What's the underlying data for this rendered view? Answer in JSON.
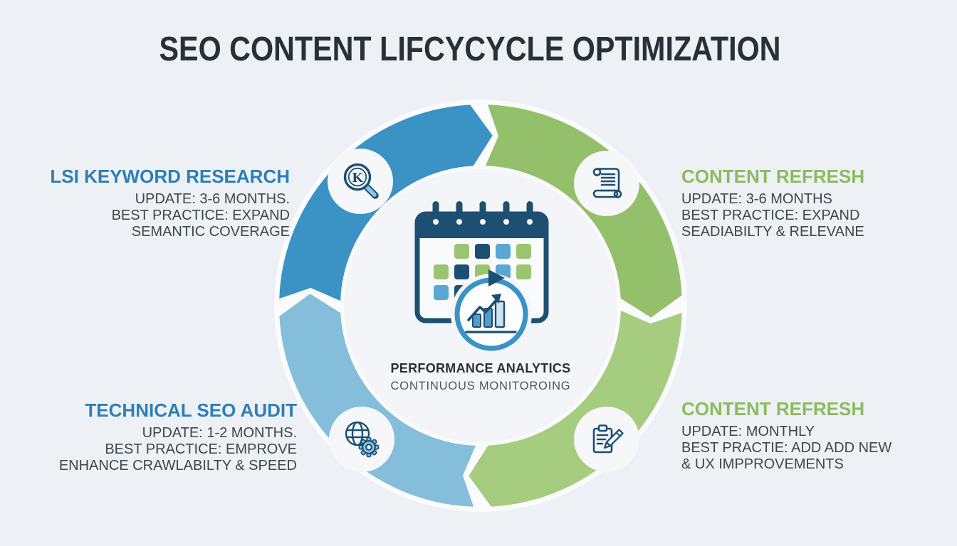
{
  "title": "SEO CONTENT LIFCYCYCLE OPTIMIZATION",
  "center": {
    "title": "PERFORMANCE ANALYTICS",
    "subtitle": "CONTINUOUS MONITOROING",
    "icon": "calendar-analytics-icon"
  },
  "quadrants": [
    {
      "position": "top-left",
      "icon": "keyword-magnifier-icon",
      "magnifier_letter": "K",
      "title": "LSI KEYWORD RESEARCH",
      "lines": [
        "UPDATE: 3-6 MONTHS.",
        "BEST PRACTICE: EXPAND",
        "SEMANTIC COVERAGE"
      ]
    },
    {
      "position": "top-right",
      "icon": "scroll-document-icon",
      "title": "CONTENT REFRESH",
      "lines": [
        "UPDATE: 3-6 MONTHS",
        "BEST PRACTICE: EXPAND",
        "SEADIABILTY & RELEVANE"
      ]
    },
    {
      "position": "bottom-left",
      "icon": "globe-gear-icon",
      "title": "TECHNICAL SEO AUDIT",
      "lines": [
        "UPDATE: 1-2 MONTHS.",
        "BEST PRACTICE: EMPROVE",
        "ENHANCE CRAWLABILTY & SPEED"
      ]
    },
    {
      "position": "bottom-right",
      "icon": "clipboard-pencil-icon",
      "title": "CONTENT REFRESH",
      "lines": [
        "UPDATE: MONTHLY",
        "BEST PRACTIE: ADD ADD NEW",
        "& UX IMPPROVEMENTS"
      ]
    }
  ],
  "colors": {
    "background": "#edf0f4",
    "ring-blue": "#3a92c5",
    "ring-light-blue": "#85bedb",
    "ring-green": "#95c06b",
    "ring-light-green": "#a6cc80",
    "ring-gap-white": "#fafbfd",
    "inner-fill": "#f3f5f8",
    "navy": "#1d4f72",
    "badge-white": "#f5f7f9",
    "heading-blue": "#2d7fb5",
    "heading-green": "#8cbb60",
    "title-dark": "#2a3038",
    "body-text": "#3f464e",
    "accent-light-blue": "#8ec6e2",
    "calendar-cell-green": "#9cc470",
    "calendar-cell-navy": "#1d4f72",
    "calendar-cell-blue": "#5aa7d4"
  }
}
